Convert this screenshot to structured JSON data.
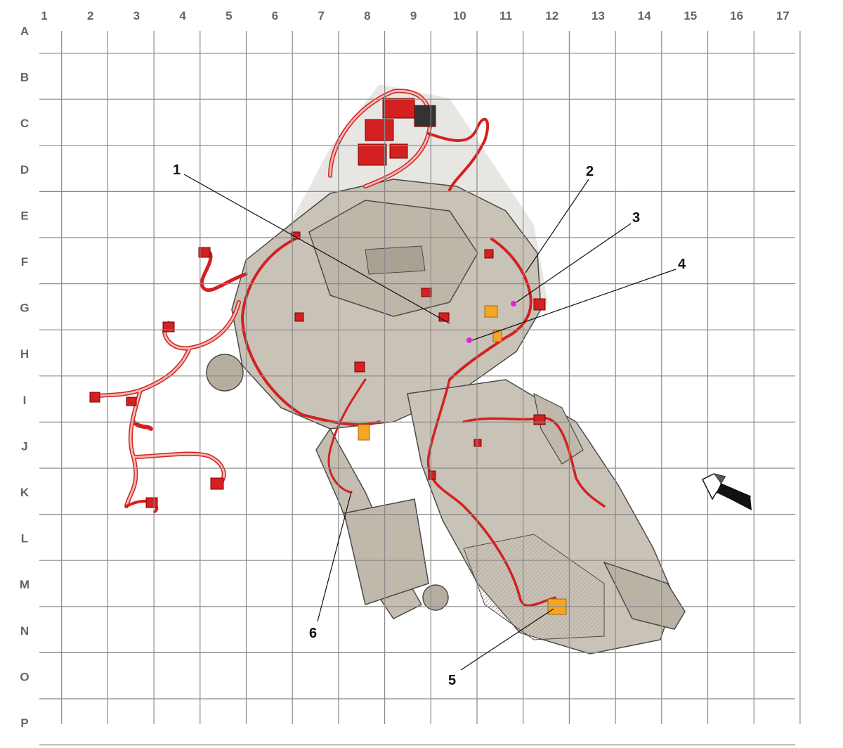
{
  "grid": {
    "columns": [
      "1",
      "2",
      "3",
      "4",
      "5",
      "6",
      "7",
      "8",
      "9",
      "10",
      "11",
      "12",
      "13",
      "14",
      "15",
      "16",
      "17"
    ],
    "rows": [
      "A",
      "B",
      "C",
      "D",
      "E",
      "F",
      "G",
      "H",
      "I",
      "J",
      "K",
      "L",
      "M",
      "N",
      "O",
      "P"
    ]
  },
  "callouts": [
    {
      "label": "1"
    },
    {
      "label": "2"
    },
    {
      "label": "3"
    },
    {
      "label": "4"
    },
    {
      "label": "5"
    },
    {
      "label": "6"
    }
  ],
  "colors": {
    "grid": "#8a8a8a",
    "label": "#666666",
    "harness": "#d42020",
    "harness_fill": "#f0b8b0",
    "engine": "#c9c2b6",
    "engine_stroke": "#4a4a4a",
    "connector_highlight": "#f5a623",
    "marker": "#e81ee8",
    "arrow": "#111111"
  },
  "icons": {
    "direction_arrow": "front-direction-arrow-icon"
  }
}
